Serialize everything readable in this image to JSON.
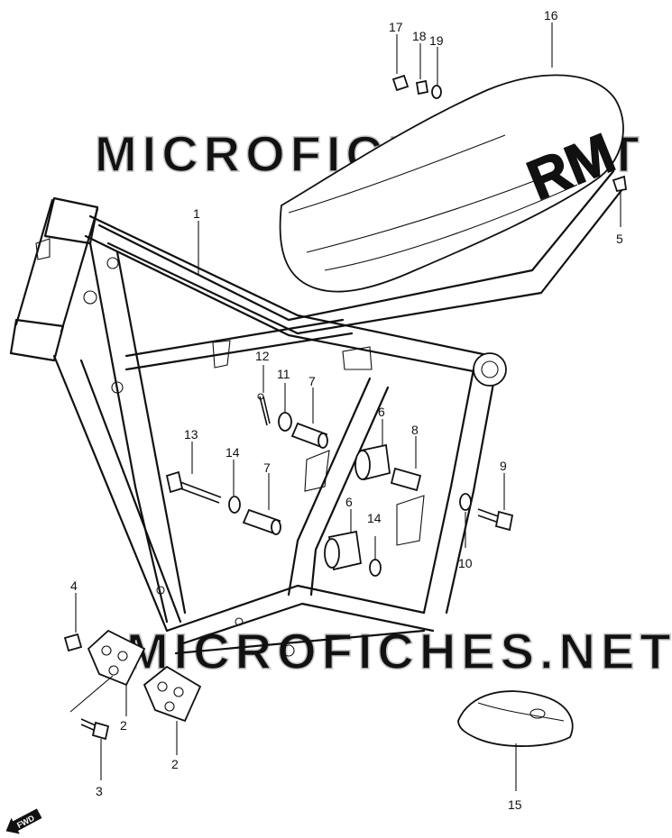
{
  "watermark": "MICROFICHES.NET",
  "seat_logo": "RM",
  "direction_label": "FWD",
  "callouts": {
    "c1": "1",
    "c2a": "2",
    "c2b": "2",
    "c3": "3",
    "c4": "4",
    "c5": "5",
    "c6a": "6",
    "c6b": "6",
    "c7a": "7",
    "c7b": "7",
    "c8": "8",
    "c9": "9",
    "c10": "10",
    "c11": "11",
    "c12": "12",
    "c13": "13",
    "c14a": "14",
    "c14b": "14",
    "c15": "15",
    "c16": "16",
    "c17": "17",
    "c18": "18",
    "c19": "19"
  }
}
